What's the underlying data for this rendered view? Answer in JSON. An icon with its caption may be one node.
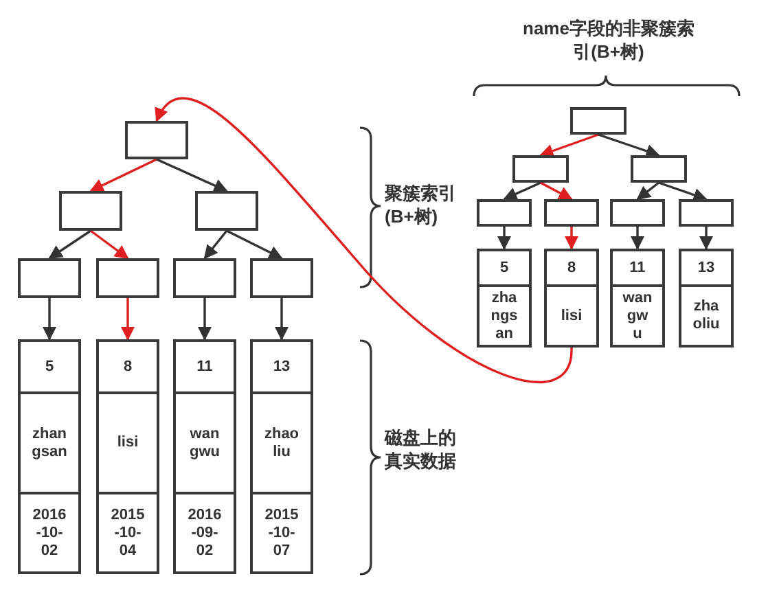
{
  "diagram": {
    "nodes": [
      {
        "text": [],
        "shape": "box"
      },
      {
        "text": [],
        "shape": "box"
      },
      {
        "text": [],
        "shape": "box"
      },
      {
        "text": [],
        "shape": "box"
      },
      {
        "text": [],
        "shape": "box"
      },
      {
        "text": [],
        "shape": "box"
      },
      {
        "text": [],
        "shape": "box"
      },
      {
        "text": [
          "5",
          "zhan gsan",
          "2016 -10- 02"
        ]
      },
      {
        "text": [
          "8",
          "lisi",
          "2015 -10- 04"
        ]
      },
      {
        "text": [
          "11",
          "wan gwu",
          "2016 -09- 02"
        ]
      },
      {
        "text": [
          "13",
          "zhao liu",
          "2015 -10- 07"
        ]
      },
      {
        "text": [],
        "shape": "box"
      },
      {
        "text": [],
        "shape": "box"
      },
      {
        "text": [],
        "shape": "box"
      },
      {
        "text": [],
        "shape": "box"
      },
      {
        "text": [],
        "shape": "box"
      },
      {
        "text": [],
        "shape": "box"
      },
      {
        "text": [],
        "shape": "box"
      },
      {
        "text": [
          "5",
          "zha ngs an"
        ]
      },
      {
        "text": [
          "8",
          "lisi"
        ]
      },
      {
        "text": [
          "11",
          "wan gw u"
        ]
      },
      {
        "text": [
          "13",
          "zha oliu"
        ]
      }
    ],
    "edges": [
      {
        "from": 0,
        "to": 1,
        "arrow": "to",
        "color": "#e02020"
      },
      {
        "from": 0,
        "to": 2,
        "arrow": "to"
      },
      {
        "from": 1,
        "to": 3,
        "arrow": "to"
      },
      {
        "from": 1,
        "to": 4,
        "arrow": "to",
        "color": "#e02020"
      },
      {
        "from": 2,
        "to": 5,
        "arrow": "to"
      },
      {
        "from": 2,
        "to": 6,
        "arrow": "to"
      },
      {
        "from": 3,
        "to": 7,
        "arrow": "to"
      },
      {
        "from": 4,
        "to": 8,
        "arrow": "to",
        "color": "#e02020"
      },
      {
        "from": 5,
        "to": 9,
        "arrow": "to"
      },
      {
        "from": 6,
        "to": 10,
        "arrow": "to"
      },
      {
        "from": 11,
        "to": 12,
        "arrow": "to",
        "color": "#e02020"
      },
      {
        "from": 11,
        "to": 13,
        "arrow": "to"
      },
      {
        "from": 12,
        "to": 14,
        "arrow": "to"
      },
      {
        "from": 12,
        "to": 15,
        "arrow": "to",
        "color": "#e02020"
      },
      {
        "from": 13,
        "to": 16,
        "arrow": "to"
      },
      {
        "from": 13,
        "to": 17,
        "arrow": "to"
      },
      {
        "from": 14,
        "to": 18,
        "arrow": "to"
      },
      {
        "from": 15,
        "to": 19,
        "arrow": "to",
        "color": "#e02020"
      },
      {
        "from": 16,
        "to": 20,
        "arrow": "to"
      },
      {
        "from": 17,
        "to": 21,
        "arrow": "to"
      },
      {
        "from": 19,
        "to": 0,
        "arrow": "to",
        "color": "#e02020"
      }
    ],
    "labels": [
      "name字段的非聚簇索引(B+树)",
      "聚簇索引(B+树)",
      "磁盘上的真实数据"
    ]
  }
}
